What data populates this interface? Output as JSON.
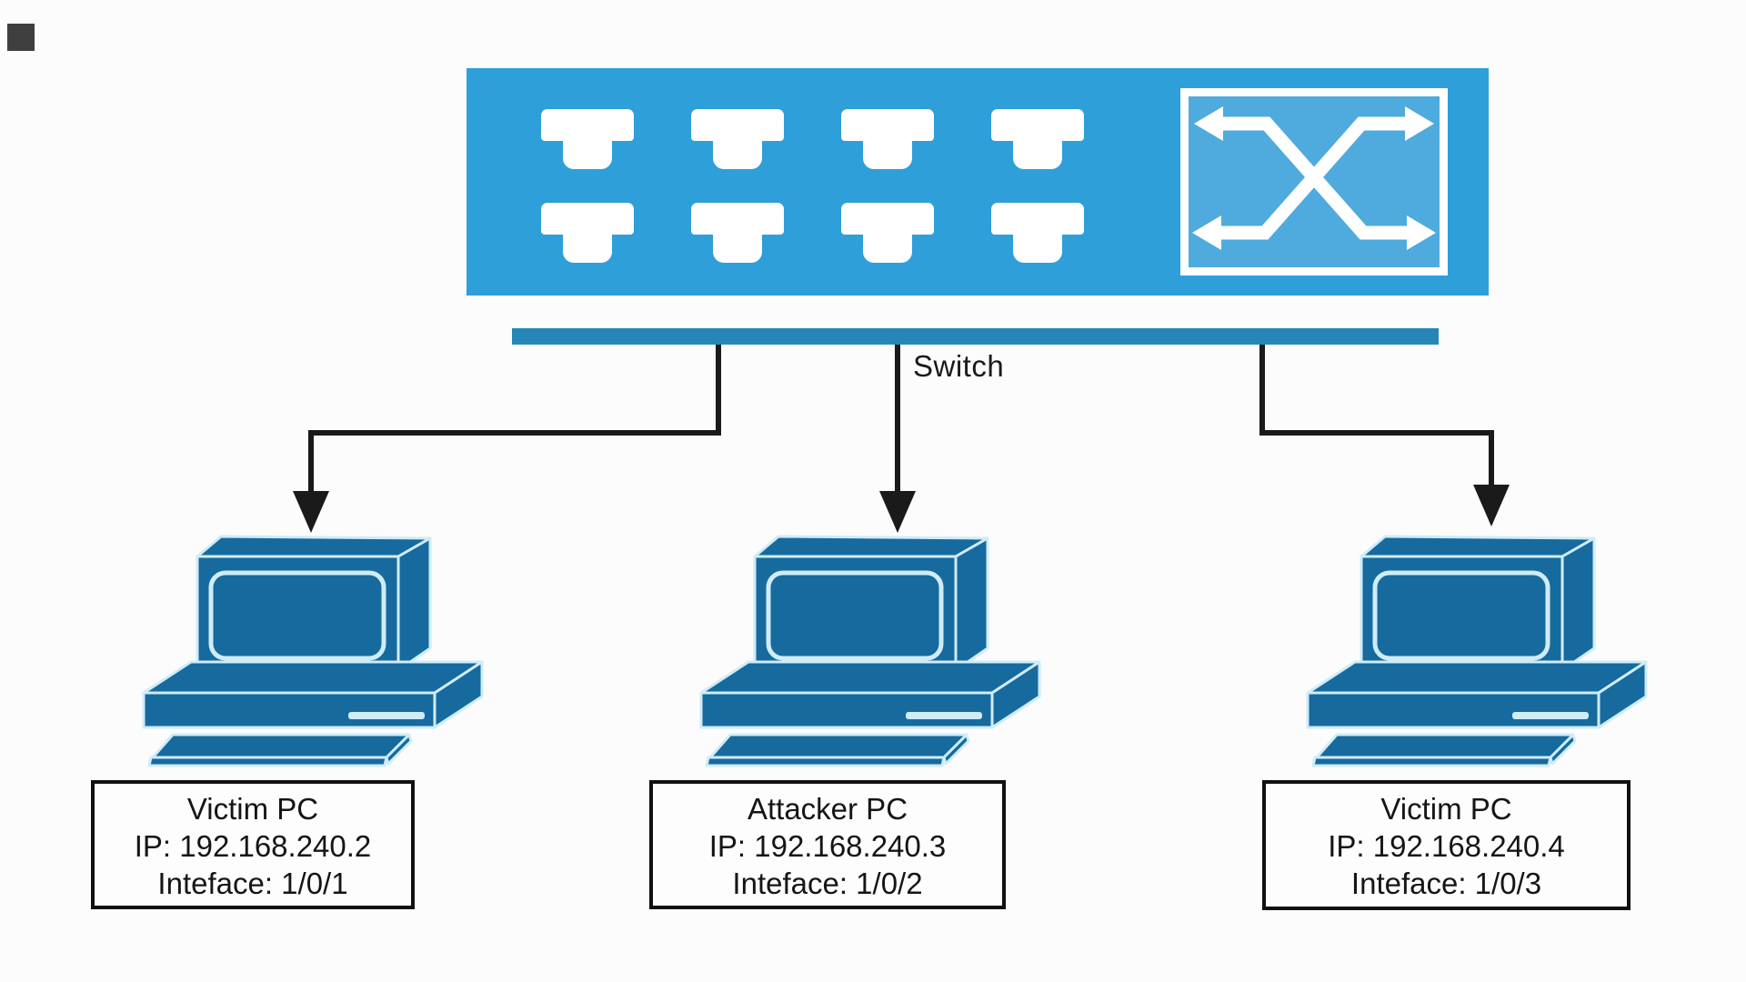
{
  "title": "Switch network topology diagram",
  "switch": {
    "label": "Switch",
    "port_count": 8,
    "icon": "crossing-arrows-switch-icon"
  },
  "nodes": [
    {
      "name": "Victim PC",
      "ip_line": "IP: 192.168.240.2",
      "interface_line": "Inteface: 1/0/1"
    },
    {
      "name": "Attacker PC",
      "ip_line": "IP: 192.168.240.3",
      "interface_line": "Inteface: 1/0/2"
    },
    {
      "name": "Victim PC",
      "ip_line": "IP: 192.168.240.4",
      "interface_line": "Inteface: 1/0/3"
    }
  ],
  "colors": {
    "switch_body": "#2E9FD8",
    "switch_inner": "#4FABDE",
    "bus_bar": "#2686B6",
    "pc_fill": "#166A9E",
    "pc_outline": "#CFECF8",
    "line_color": "#1a1a1a",
    "box_border": "#111111",
    "box_bg": "#fdfdfd",
    "canvas_bg": "#fcfcfc",
    "port_color": "#ffffff"
  }
}
